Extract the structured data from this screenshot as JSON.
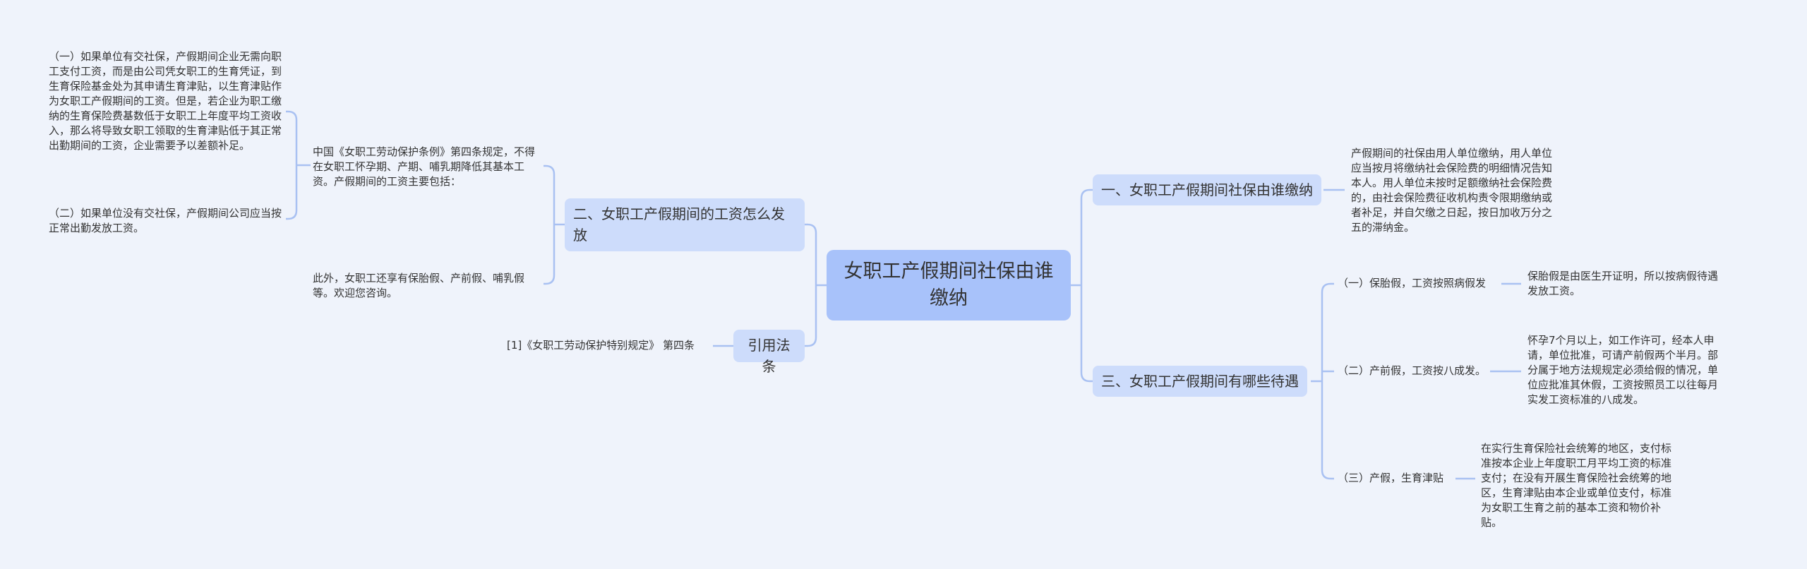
{
  "root": {
    "title": "女职工产假期间社保由谁缴纳"
  },
  "branches": {
    "b1": {
      "title": "一、女职工产假期间社保由谁缴纳",
      "detail": "产假期间的社保由用人单位缴纳，用人单位应当按月将缴纳社会保险费的明细情况告知本人。用人单位未按时足额缴纳社会保险费的，由社会保险费征收机构责令限期缴纳或者补足，并自欠缴之日起，按日加收万分之五的滞纳金。"
    },
    "b3": {
      "title": "三、女职工产假期间有哪些待遇",
      "items": [
        {
          "label": "（一）保胎假，工资按照病假发",
          "detail": "保胎假是由医生开证明，所以按病假待遇发放工资。"
        },
        {
          "label": "（二）产前假，工资按八成发。",
          "detail": "怀孕7个月以上，如工作许可，经本人申请，单位批准，可请产前假两个半月。部分属于地方法规规定必须给假的情况，单位应批准其休假，工资按照员工以往每月实发工资标准的八成发。"
        },
        {
          "label": "（三）产假，生育津贴",
          "detail": "在实行生育保险社会统筹的地区，支付标准按本企业上年度职工月平均工资的标准支付；在没有开展生育保险社会统筹的地区，生育津贴由本企业或单位支付，标准为女职工生育之前的基本工资和物价补贴。"
        }
      ]
    },
    "b2": {
      "title": "二、女职工产假期间的工资怎么发放",
      "item1": "中国《女职工劳动保护条例》第四条规定，不得在女职工怀孕期、产期、哺乳期降低其基本工资。产假期间的工资主要包括：",
      "sub1": "（一）如果单位有交社保，产假期间企业无需向职工支付工资，而是由公司凭女职工的生育凭证，到生育保险基金处为其申请生育津贴，以生育津贴作为女职工产假期间的工资。但是，若企业为职工缴纳的生育保险费基数低于女职工上年度平均工资收入，那么将导致女职工领取的生育津贴低于其正常出勤期间的工资，企业需要予以差额补足。",
      "sub2": "（二）如果单位没有交社保，产假期间公司应当按正常出勤发放工资。",
      "item2": "此外，女职工还享有保胎假、产前假、哺乳假等。欢迎您咨询。"
    },
    "law": {
      "title": "引用法条",
      "ref": "[1]《女职工劳动保护特别规定》 第四条"
    }
  },
  "colors": {
    "background": "#eff3fb",
    "root": "#a8c2fa",
    "node": "#cddcfb",
    "line": "#a9c1f2"
  }
}
